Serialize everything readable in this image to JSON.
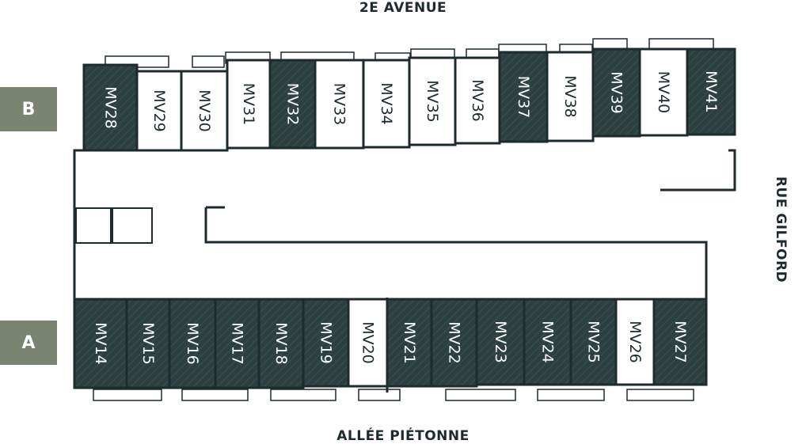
{
  "streets": {
    "top": "2E AVENUE",
    "bottom": "ALLÉE PIÉTONNE",
    "right": "RUE GILFORD"
  },
  "sections": [
    {
      "label": "B"
    },
    {
      "label": "A"
    }
  ],
  "legend_colors": {
    "occupied_fill": "#2d4040",
    "available_fill": "#ffffff",
    "outline": "#1d2b2e",
    "section_tag": "#7a8470"
  },
  "units_top_row": [
    {
      "name": "MV28",
      "status": "dark"
    },
    {
      "name": "MV29",
      "status": "light"
    },
    {
      "name": "MV30",
      "status": "light"
    },
    {
      "name": "MV31",
      "status": "light"
    },
    {
      "name": "MV32",
      "status": "dark"
    },
    {
      "name": "MV33",
      "status": "light"
    },
    {
      "name": "MV34",
      "status": "light"
    },
    {
      "name": "MV35",
      "status": "light"
    },
    {
      "name": "MV36",
      "status": "light"
    },
    {
      "name": "MV37",
      "status": "dark"
    },
    {
      "name": "MV38",
      "status": "light"
    },
    {
      "name": "MV39",
      "status": "dark"
    },
    {
      "name": "MV40",
      "status": "light"
    },
    {
      "name": "MV41",
      "status": "dark"
    }
  ],
  "units_bottom_row": [
    {
      "name": "MV14",
      "status": "dark"
    },
    {
      "name": "MV15",
      "status": "dark"
    },
    {
      "name": "MV16",
      "status": "dark"
    },
    {
      "name": "MV17",
      "status": "dark"
    },
    {
      "name": "MV18",
      "status": "dark"
    },
    {
      "name": "MV19",
      "status": "dark"
    },
    {
      "name": "MV20",
      "status": "light"
    },
    {
      "name": "MV21",
      "status": "dark"
    },
    {
      "name": "MV22",
      "status": "dark"
    },
    {
      "name": "MV23",
      "status": "dark"
    },
    {
      "name": "MV24",
      "status": "dark"
    },
    {
      "name": "MV25",
      "status": "dark"
    },
    {
      "name": "MV26",
      "status": "light"
    },
    {
      "name": "MV27",
      "status": "dark"
    }
  ]
}
